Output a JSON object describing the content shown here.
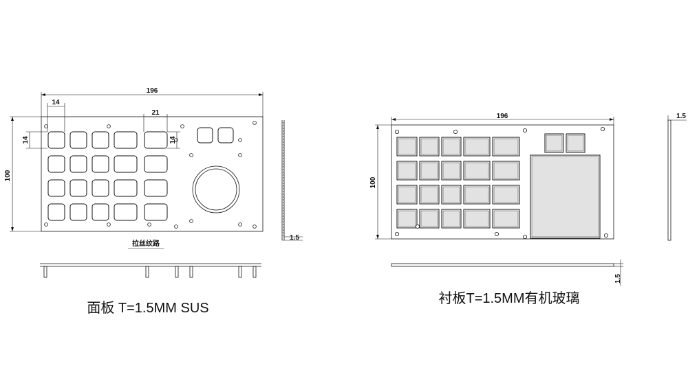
{
  "panel": {
    "width_dim": "196",
    "height_dim": "100",
    "key_width_dim": "14",
    "key_wide_dim": "21",
    "key_height_dim": "14",
    "key_height_dim_right": "14",
    "thickness_dim": "1.5",
    "brush_note": "拉丝纹路",
    "caption": "面板 T=1.5MM  SUS"
  },
  "backplate": {
    "width_dim": "196",
    "height_dim": "100",
    "thickness_dim_side": "1.5",
    "thickness_dim_bottom": "1.5",
    "caption": "衬板T=1.5MM有机玻璃"
  }
}
